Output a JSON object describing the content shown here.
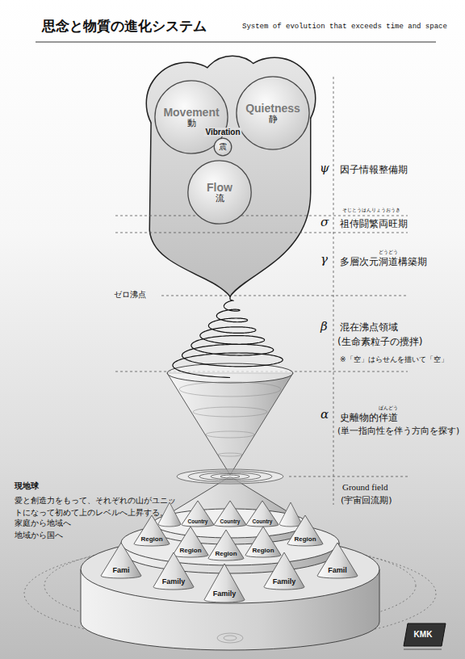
{
  "diagram": {
    "title": "思念と物質の進化システム",
    "nodes": [
      {
        "text": [
          "Movement",
          "動"
        ]
      },
      {
        "text": [
          "Quietness",
          "静"
        ]
      },
      {
        "text": [
          "Vibration",
          "震"
        ]
      },
      {
        "text": [
          "Flow",
          "流"
        ]
      },
      {
        "text": [
          "Country"
        ]
      },
      {
        "text": [
          "Country"
        ]
      },
      {
        "text": [
          "Country"
        ]
      },
      {
        "text": [
          "Region"
        ]
      },
      {
        "text": [
          "Region"
        ]
      },
      {
        "text": [
          "Region"
        ]
      },
      {
        "text": [
          "Region"
        ]
      },
      {
        "text": [
          "Region"
        ]
      },
      {
        "text": [
          "Fami"
        ]
      },
      {
        "text": [
          "Family"
        ]
      },
      {
        "text": [
          "Family"
        ]
      },
      {
        "text": [
          "Family"
        ]
      },
      {
        "text": [
          "Famil"
        ]
      }
    ],
    "labels": [
      "System of evolution that exceeds time and space",
      "ψ",
      "因子情報整備期",
      "そじとうはんりょうおうき",
      "σ",
      "祖侍闘繁両旺期",
      "どうどう",
      "γ",
      "多層次元洞道構築期",
      "ゼロ沸点",
      "β",
      "混在沸点領域",
      "(生命素粒子の攪拌)",
      "※「空」はらせんを描いて「空」",
      "ばんどう",
      "α",
      "史離物的伴道",
      "(単一指向性を伴う方向を探す)",
      "Ground field",
      "(宇宙回流期)",
      "現地球",
      "愛と創造力をもって、それぞれの山がユニットになって初めて上のレベルへ上昇する。",
      "家庭から地域へ",
      "地域から国へ",
      "KMK"
    ]
  }
}
